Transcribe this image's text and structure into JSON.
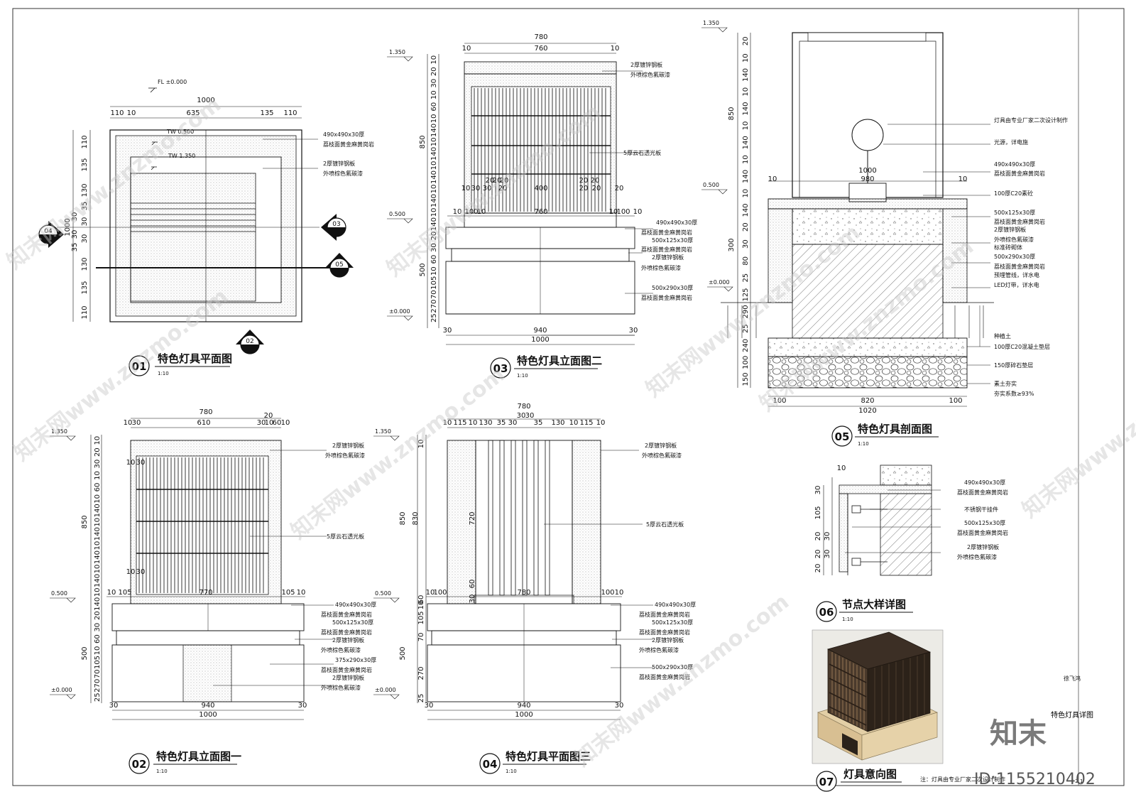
{
  "drawings": {
    "d01": {
      "number": "01",
      "title": "特色灯具平面图",
      "scale": "1:10",
      "dims_top": [
        "1000",
        "110",
        "10",
        "635",
        "135",
        "110"
      ],
      "dims_left": [
        "110",
        "135",
        "130",
        "35",
        "30",
        "30",
        "30",
        "30",
        "35",
        "130",
        "135",
        "110"
      ],
      "dim_left_total": "1000",
      "labels": [
        "FL ±0.000",
        "TW 0.500",
        "TW 1.350"
      ],
      "notes": [
        "490x490x30厚",
        "荔枝面黄金麻黄岗岩",
        "2厚镀锌钢板",
        "外喷棕色氟碳漆"
      ],
      "section_marks": [
        "04",
        "03",
        "05",
        "02"
      ]
    },
    "d03": {
      "number": "03",
      "title": "特色灯具立面图二",
      "scale": "1:10",
      "dims_top": [
        "780",
        "10",
        "760",
        "10"
      ],
      "dims_left": [
        "10",
        "20",
        "30",
        "10",
        "60",
        "10",
        "140",
        "10",
        "140",
        "10",
        "140",
        "10",
        "140",
        "10",
        "140",
        "20",
        "30",
        "60",
        "10",
        "105",
        "70",
        "270",
        "25"
      ],
      "dims_left_totals": [
        "850",
        "500"
      ],
      "dims_mid": [
        "10",
        "30",
        "20",
        "30",
        "20",
        "20",
        "20",
        "400",
        "20",
        "20",
        "20",
        "20",
        "20"
      ],
      "dims_mid2": [
        "10",
        "100",
        "10",
        "760",
        "10",
        "100",
        "10"
      ],
      "dims_bottom": [
        "30",
        "940",
        "30",
        "1000"
      ],
      "levels": [
        "1.350",
        "0.500",
        "±0.000"
      ],
      "notes": [
        "2厚镀锌钢板",
        "外喷棕色氟碳漆",
        "5厚云石透光板",
        "490x490x30厚",
        "荔枝面黄金麻黄岗岩",
        "500x125x30厚",
        "荔枝面黄金麻黄岗岩",
        "2厚镀锌钢板",
        "外喷棕色氟碳漆",
        "500x290x30厚",
        "荔枝面黄金麻黄岗岩"
      ]
    },
    "d05": {
      "number": "05",
      "title": "特色灯具剖面图",
      "scale": "1:10",
      "dims_left": [
        "20",
        "10",
        "140",
        "10",
        "140",
        "10",
        "140",
        "10",
        "140",
        "10",
        "140",
        "20",
        "30",
        "80",
        "25",
        "125",
        "290",
        "25",
        "240",
        "100",
        "150"
      ],
      "dims_left_totals": [
        "850",
        "300"
      ],
      "dims_top": [
        "10",
        "1000",
        "980",
        "10"
      ],
      "dims_bottom": [
        "100",
        "820",
        "100",
        "1020"
      ],
      "levels": [
        "1.350",
        "0.500",
        "±0.000"
      ],
      "notes": [
        "灯具由专业厂家二次设计制作",
        "光源，详电施",
        "490x490x30厚",
        "荔枝面黄金麻黄岗岩",
        "100厚C20素砼",
        "500x125x30厚",
        "荔枝面黄金麻黄岗岩",
        "2厚镀锌钢板",
        "外喷棕色氟碳漆",
        "标准砖砌体",
        "500x290x30厚",
        "荔枝面黄金麻黄岗岩",
        "预埋管线，详水电",
        "LED灯带，详水电",
        "种植土",
        "100厚C20混凝土垫层",
        "150厚碎石垫层",
        "素土夯实",
        "夯实系数≥93%"
      ]
    },
    "d02": {
      "number": "02",
      "title": "特色灯具立面图一",
      "scale": "1:10",
      "dims_top": [
        "780",
        "10",
        "30",
        "610",
        "30",
        "10",
        "60",
        "10",
        "20"
      ],
      "dims_left": [
        "10",
        "20",
        "30",
        "10",
        "60",
        "10",
        "140",
        "10",
        "140",
        "10",
        "140",
        "10",
        "140",
        "10",
        "140",
        "20",
        "30",
        "60",
        "10",
        "105",
        "70",
        "270",
        "25"
      ],
      "dims_left_totals": [
        "850",
        "500"
      ],
      "dims_mid": [
        "10",
        "30",
        "10",
        "30",
        "10",
        "105",
        "770",
        "105",
        "10"
      ],
      "dims_bottom": [
        "30",
        "940",
        "30",
        "1000"
      ],
      "levels": [
        "1.350",
        "0.500",
        "±0.000"
      ],
      "notes": [
        "2厚镀锌钢板",
        "外喷棕色氟碳漆",
        "5厚云石透光板",
        "490x490x30厚",
        "荔枝面黄金麻黄岗岩",
        "500x125x30厚",
        "荔枝面黄金麻黄岗岩",
        "2厚镀锌钢板",
        "外喷棕色氟碳漆",
        "375x290x30厚",
        "荔枝面黄金麻黄岗岩",
        "2厚镀锌钢板",
        "外喷棕色氟碳漆"
      ]
    },
    "d04": {
      "number": "04",
      "title": "特色灯具平面图三",
      "scale": "1:10",
      "dims_top": [
        "780",
        "10",
        "115",
        "10",
        "130",
        "35",
        "30",
        "30",
        "30",
        "35",
        "130",
        "10",
        "115",
        "10"
      ],
      "dims_left": [
        "10",
        "850",
        "830",
        "720",
        "60",
        "30",
        "60",
        "10",
        "105",
        "70",
        "270",
        "25"
      ],
      "dims_left_totals": [
        "500"
      ],
      "dims_mid": [
        "10",
        "100",
        "780",
        "100",
        "10"
      ],
      "dims_bottom": [
        "30",
        "940",
        "30",
        "1000"
      ],
      "levels": [
        "1.350",
        "0.500",
        "±0.000"
      ],
      "notes": [
        "2厚镀锌钢板",
        "外喷棕色氟碳漆",
        "5厚云石透光板",
        "490x490x30厚",
        "荔枝面黄金麻黄岗岩",
        "500x125x30厚",
        "荔枝面黄金麻黄岗岩",
        "2厚镀锌钢板",
        "外喷棕色氟碳漆",
        "500x290x30厚",
        "荔枝面黄金麻黄岗岩"
      ]
    },
    "d06": {
      "number": "06",
      "title": "节点大样详图",
      "scale": "1:10",
      "dims_left": [
        "10",
        "30",
        "105",
        "20",
        "30",
        "20",
        "30",
        "20"
      ],
      "notes": [
        "490x490x30厚",
        "荔枝面黄金麻黄岗岩",
        "不锈钢干挂件",
        "500x125x30厚",
        "荔枝面黄金麻黄岗岩",
        "2厚镀锌钢板",
        "外喷棕色氟碳漆"
      ]
    },
    "d07": {
      "number": "07",
      "title": "灯具意向图",
      "scale": ""
    }
  },
  "titleblock": {
    "note": "注：灯具由专业厂家二次设计制作",
    "sheet_name": "特色灯具详图",
    "drawer": "徐飞鸿",
    "sheet_no": "J 2.1"
  },
  "watermark": {
    "text": "知末网www.znzmo.com",
    "brand": "知末",
    "id": "ID:1155210402"
  }
}
